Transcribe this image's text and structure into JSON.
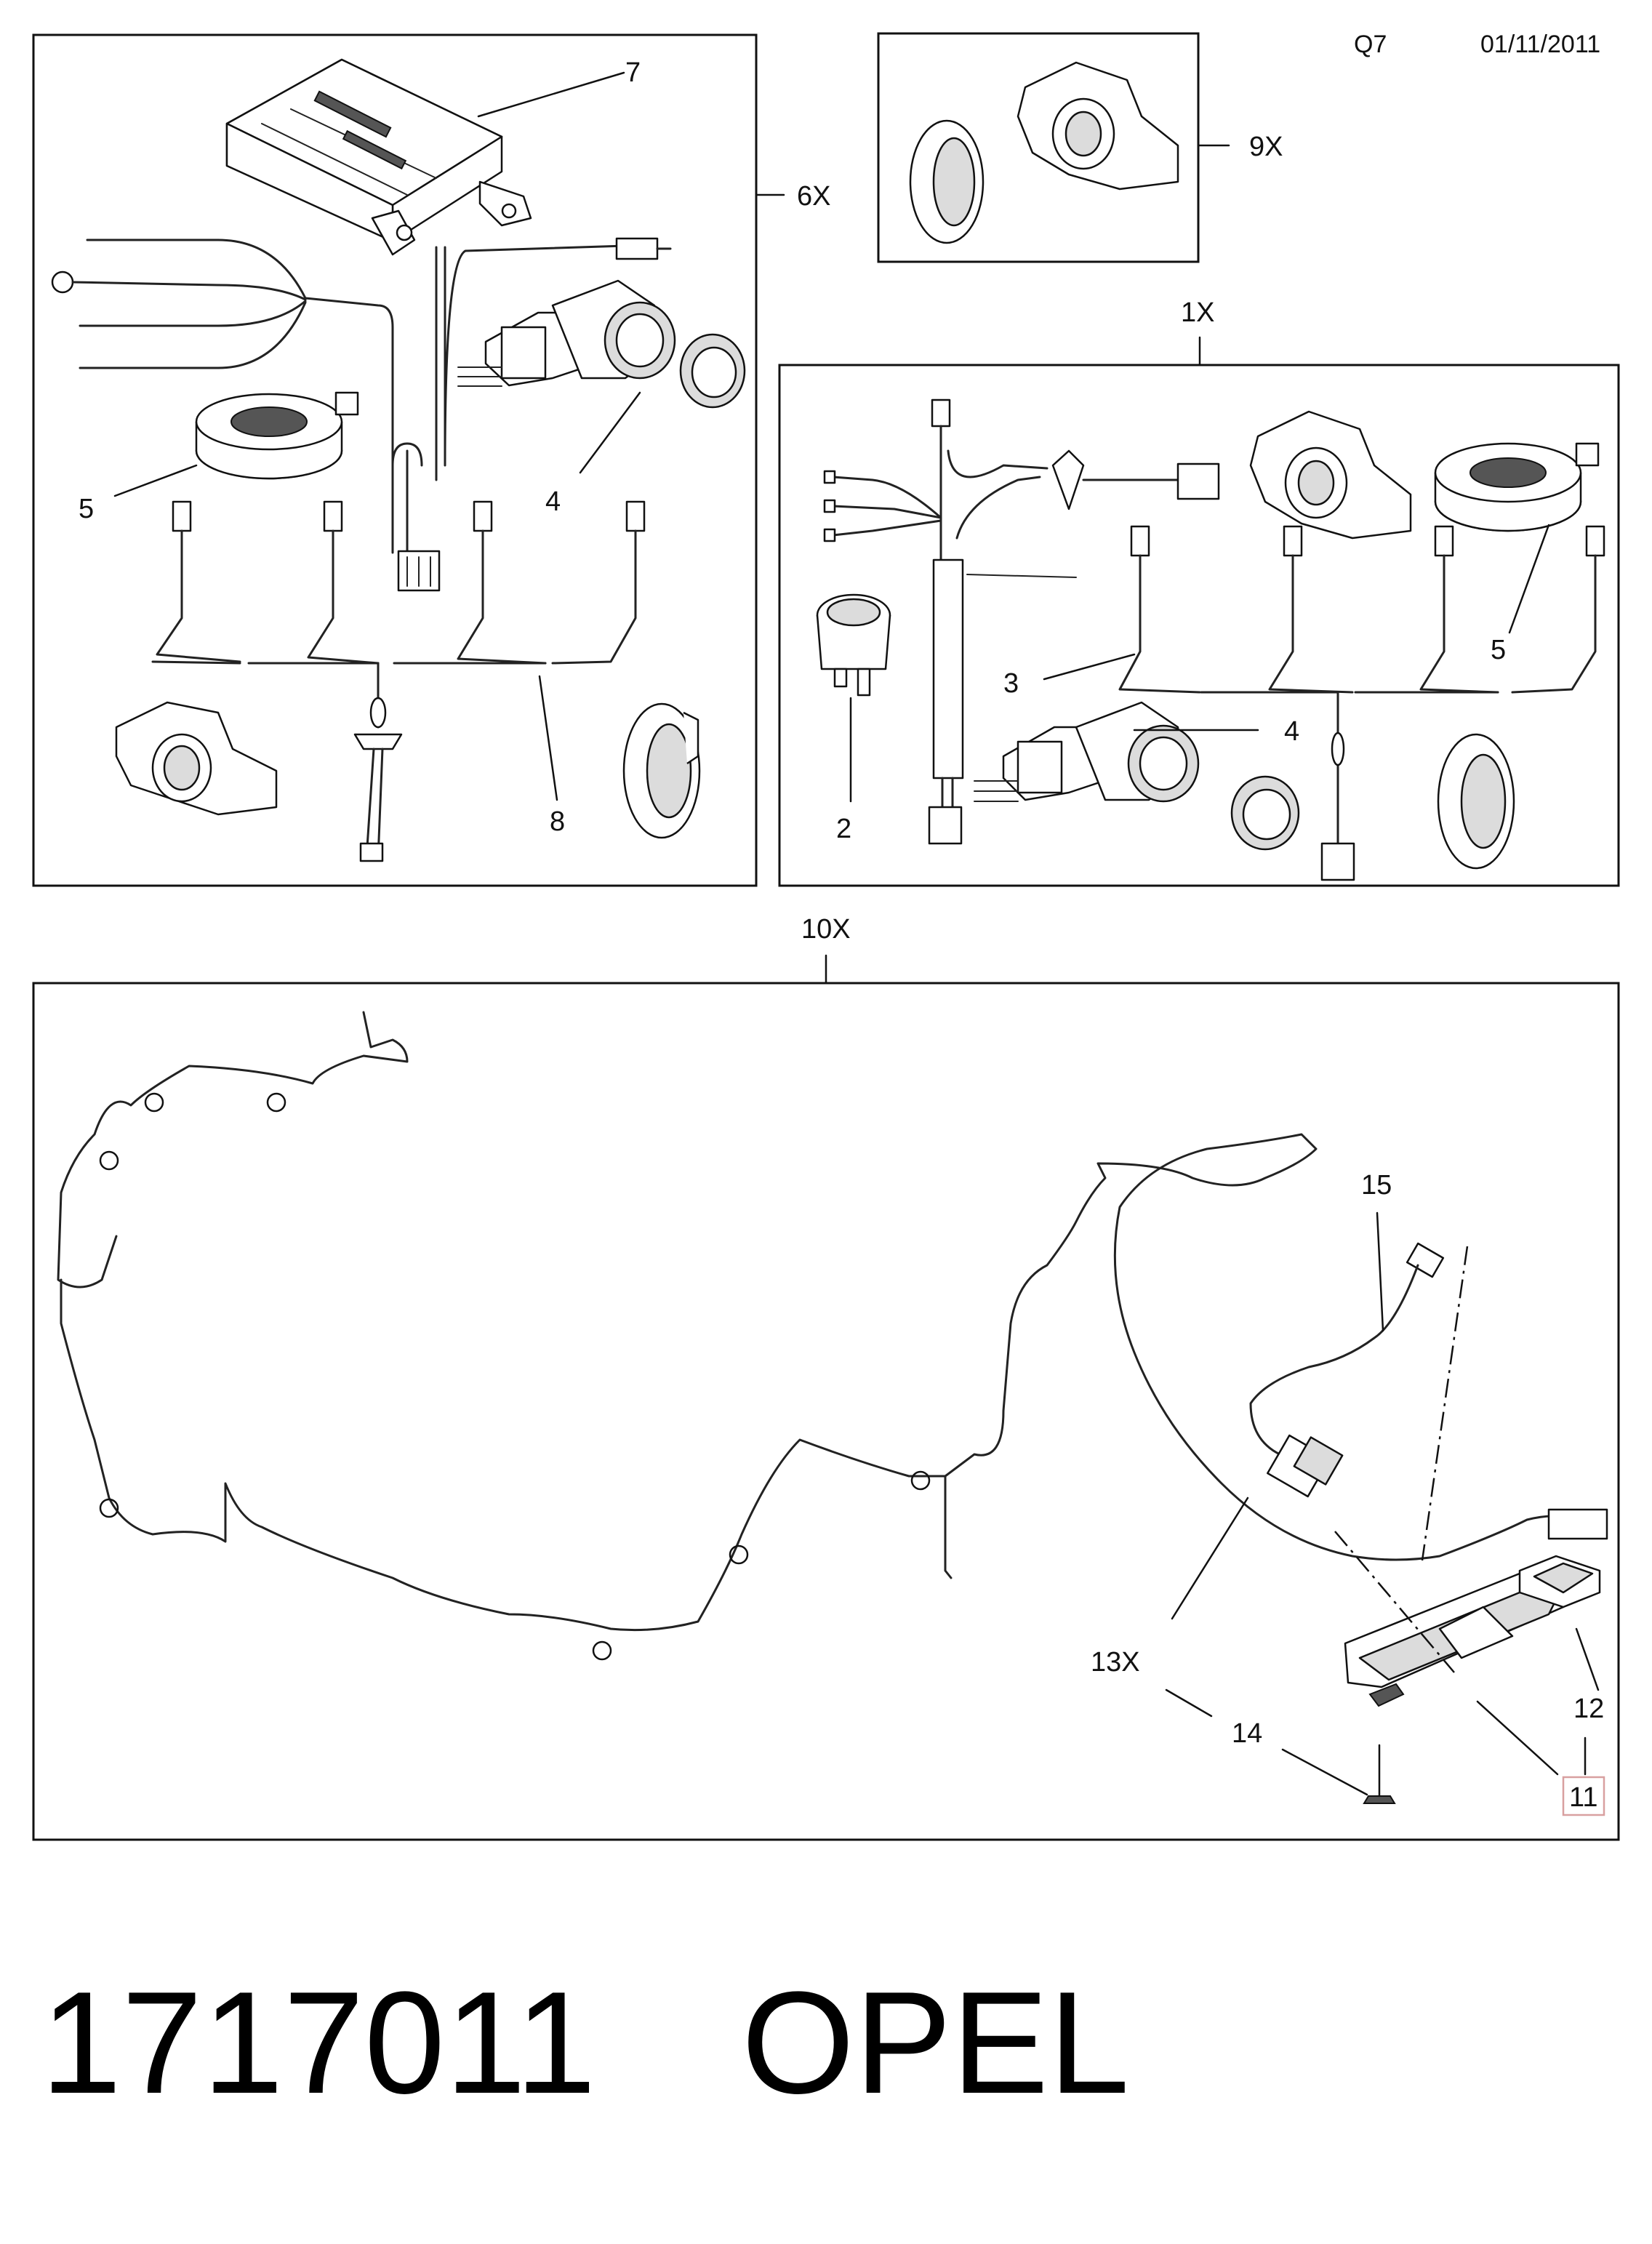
{
  "header": {
    "sheet_code": "Q7",
    "date": "01/11/2011"
  },
  "groups": [
    {
      "id": "6X",
      "label": "6X"
    },
    {
      "id": "9X",
      "label": "9X"
    },
    {
      "id": "1X",
      "label": "1X"
    },
    {
      "id": "10X",
      "label": "10X"
    }
  ],
  "callouts": {
    "g6x": {
      "c7": "7",
      "c5": "5",
      "c4": "4",
      "c8": "8"
    },
    "g1x": {
      "c2": "2",
      "c3": "3",
      "c4": "4",
      "c5": "5"
    },
    "g10x": {
      "c15": "15",
      "c13x": "13X",
      "c14": "14",
      "c12": "12",
      "c11": "11"
    }
  },
  "footer": {
    "part_number": "1717011",
    "brand": "OPEL"
  }
}
